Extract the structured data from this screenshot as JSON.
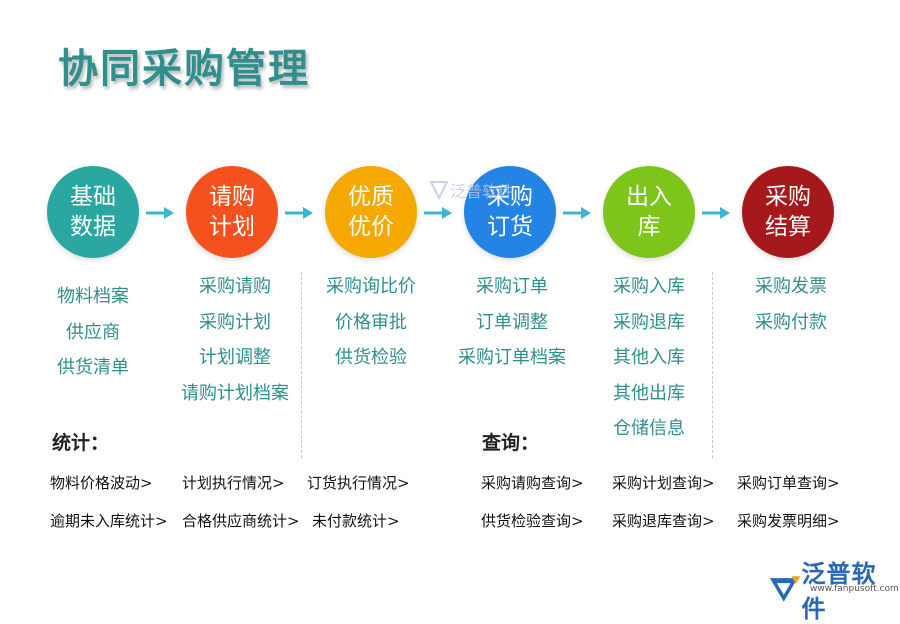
{
  "title": "协同采购管理",
  "flow": [
    {
      "label": "基础\n数据",
      "color": "#2ba7a2"
    },
    {
      "label": "请购\n计划",
      "color": "#f4511e"
    },
    {
      "label": "优质\n优价",
      "color": "#f5a800"
    },
    {
      "label": "采购\n订货",
      "color": "#2484e6"
    },
    {
      "label": "出入\n库",
      "color": "#7dc51b"
    },
    {
      "label": "采购\n结算",
      "color": "#a5191d"
    }
  ],
  "arrow_color": "#3bb5d0",
  "columns": [
    [
      "物料档案",
      "供应商",
      "供货清单"
    ],
    [
      "采购请购",
      "采购计划",
      "计划调整",
      "请购计划档案"
    ],
    [
      "采购询比价",
      "价格审批",
      "供货检验"
    ],
    [
      "采购订单",
      "订单调整",
      "采购订单档案"
    ],
    [
      "采购入库",
      "采购退库",
      "其他入库",
      "其他出库",
      "仓储信息"
    ],
    [
      "采购发票",
      "采购付款"
    ]
  ],
  "stats": {
    "label": "统计：",
    "row1": [
      "物料价格波动>",
      "计划执行情况>",
      "订货执行情况>"
    ],
    "row2": [
      "逾期未入库统计>",
      "合格供应商统计>",
      "未付款统计>"
    ]
  },
  "query": {
    "label": "查询：",
    "row1": [
      "采购请购查询>",
      "采购计划查询>",
      "采购订单查询>"
    ],
    "row2": [
      "供货检验查询>",
      "采购退库查询>",
      "采购发票明细>"
    ]
  },
  "watermark_text": "泛普软件",
  "logo": {
    "name": "泛普软件",
    "url": "www.fanpusoft.com"
  }
}
